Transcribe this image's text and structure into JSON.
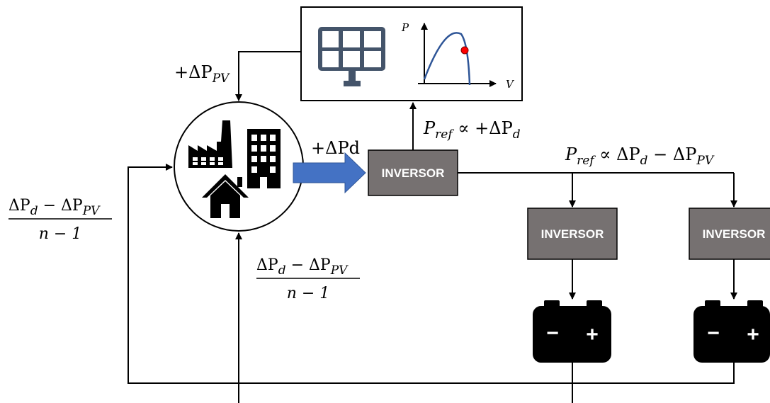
{
  "labels": {
    "delta_pv": {
      "prefix": "+ΔP",
      "sub": "PV"
    },
    "delta_pd": "+ΔPd",
    "pref_top": {
      "p": "P",
      "sub": "ref",
      "rest": " ∝ +ΔP",
      "sub2": "d"
    },
    "pref_right": {
      "p": "P",
      "sub": "ref",
      "mid": " ∝ ΔP",
      "sub1": "d",
      "mid2": " − ΔP",
      "sub2": "PV"
    },
    "fraction": {
      "num_a": "ΔP",
      "num_a_sub": "d",
      "num_mid": " − ΔP",
      "num_b_sub": "PV",
      "den": "n − 1"
    }
  },
  "inverters": {
    "main": "INVERSOR",
    "battery_1": "INVERSOR",
    "battery_2": "INVERSOR"
  },
  "pv_curve": {
    "x_axis": "V",
    "y_axis": "P"
  },
  "battery": {
    "minus": "−",
    "plus": "+"
  },
  "colors": {
    "inverter_fill": "#767171",
    "flow_arrow": "#4472C4",
    "panel": "#44546A",
    "curve": "#2E5597",
    "mpp_point": "#FF0000"
  }
}
